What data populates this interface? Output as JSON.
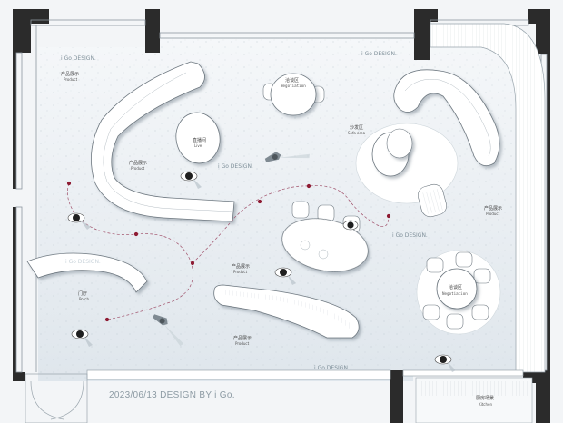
{
  "zones": {
    "product_top_left": {
      "cn": "产品展示",
      "en": "Product"
    },
    "live": {
      "cn": "直播间",
      "en": "Live"
    },
    "product_mid_left": {
      "cn": "产品展示",
      "en": "Product"
    },
    "negotiation_top": {
      "cn": "洽谈区",
      "en": "Negotiation"
    },
    "sofa": {
      "cn": "沙发区",
      "en": "Sofa area"
    },
    "product_right": {
      "cn": "产品展示",
      "en": "Product"
    },
    "negotiation_right": {
      "cn": "洽谈区",
      "en": "Negotiation"
    },
    "porch": {
      "cn": "门厅",
      "en": "Porch"
    },
    "product_center": {
      "cn": "产品展示",
      "en": "Product"
    },
    "product_bottom": {
      "cn": "产品展示",
      "en": "Product"
    },
    "kitchen": {
      "cn": "厨房场景",
      "en": "Kitchen"
    }
  },
  "watermarks": {
    "top_left": "i Go DESIGN.",
    "top_right": "i Go DESIGN.",
    "mid": "i Go DESIGN.",
    "right_mid": "i Go DESIGN.",
    "porch": "i Go DESIGN.",
    "bottom": "i Go DESIGN."
  },
  "footer": {
    "text": "2023/06/13 DESIGN BY i Go."
  },
  "colors": {
    "wall": "#2b2b2b",
    "floor": "#edf1f4",
    "furniture": "#ffffff",
    "path": "#a0506a",
    "path_dot": "#8e1b33"
  }
}
